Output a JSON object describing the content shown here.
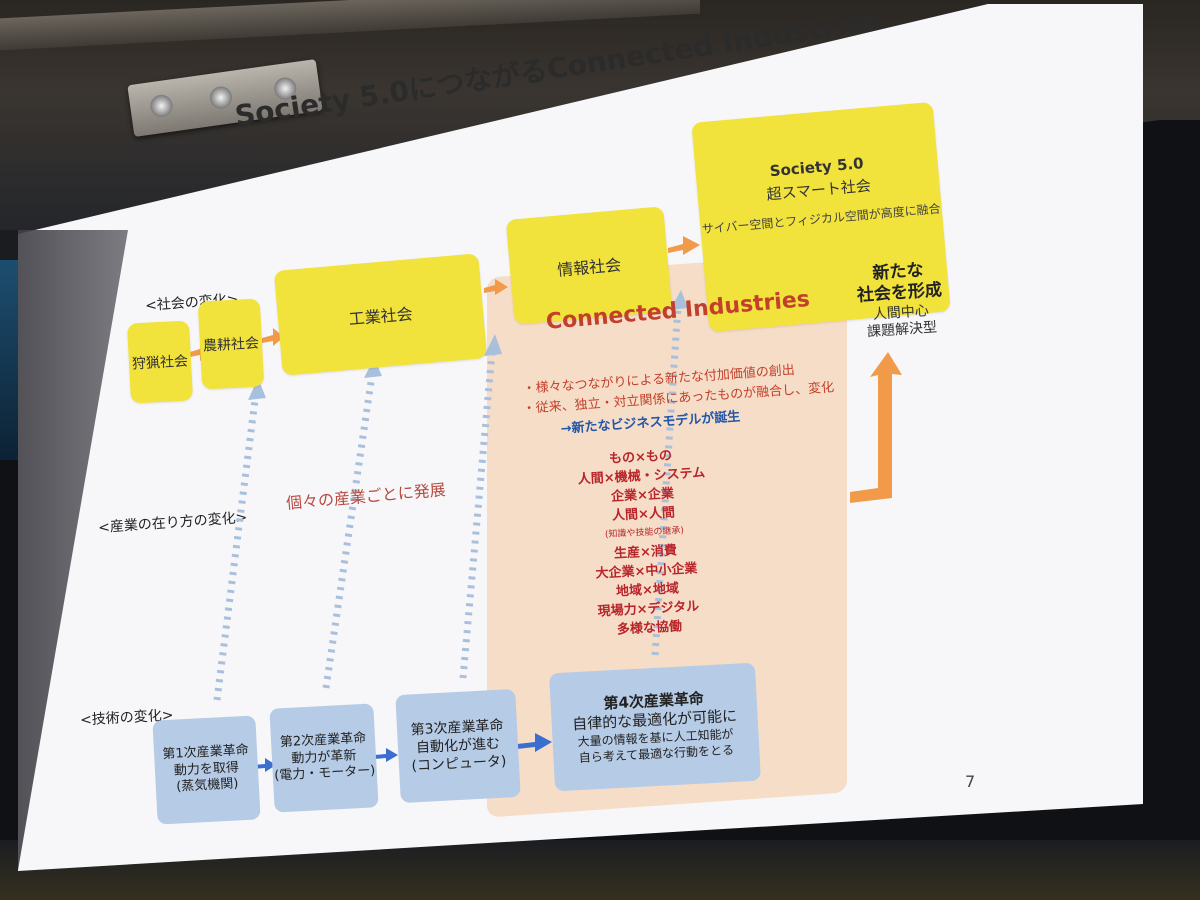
{
  "title": "Society 5.0につながるConnected Industries",
  "page_number": "7",
  "row_labels": {
    "society_change": "<社会の変化>",
    "industry_change": "<産業の在り方の変化>",
    "tech_change": "<技術の変化>"
  },
  "society": {
    "hunting": "狩猟社会",
    "agrarian": "農耕社会",
    "industrial": "工業社会",
    "information": "情報社会",
    "s50_title": "Society 5.0",
    "s50_subtitle": "超スマート社会",
    "s50_desc": "サイバー空間とフィジカル空間が高度に融合"
  },
  "new_society": {
    "line1": "新たな",
    "line2": "社会を形成",
    "sub1": "人間中心",
    "sub2": "課題解決型"
  },
  "industry_note": "個々の産業ごとに発展",
  "connected_industries": {
    "title": "Connected Industries",
    "bullet1": "・様々なつながりによる新たな付加価値の創出",
    "bullet2": "・従来、独立・対立関係にあったものが融合し、変化",
    "arrow_note": "→新たなビジネスモデルが誕生",
    "pairs": [
      "もの×もの",
      "人間×機械・システム",
      "企業×企業",
      "人間×人間",
      "(知識や技能の継承)",
      "生産×消費",
      "大企業×中小企業",
      "地域×地域",
      "現場力×デジタル",
      "多様な協働"
    ]
  },
  "revolutions": {
    "first": [
      "第1次産業革命",
      "動力を取得",
      "(蒸気機関)"
    ],
    "second": [
      "第2次産業革命",
      "動力が革新",
      "(電力・モーター)"
    ],
    "third": [
      "第3次産業革命",
      "自動化が進む",
      "(コンピュータ)"
    ],
    "fourth_title": "第4次産業革命",
    "fourth_lines": [
      "自律的な最適化が可能に",
      "大量の情報を基に人工知能が",
      "自ら考えて最適な行動をとる"
    ]
  },
  "colors": {
    "yellow_box": "#f1e23c",
    "blue_box": "#b6cbe6",
    "orange_arrow": "#f09a4a",
    "blue_arrow": "#3a6fd0",
    "dotted_arrow": "#a9c0dc",
    "red_text": "#c2402b"
  }
}
